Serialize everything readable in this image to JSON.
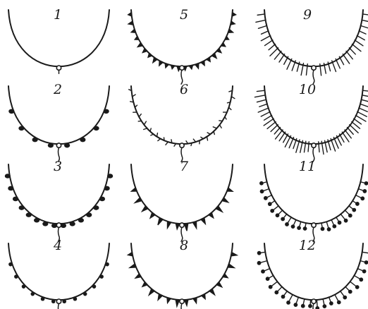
{
  "figure": {
    "items": [
      {
        "label": "1",
        "style": "plain"
      },
      {
        "label": "2",
        "style": "sparse-drops"
      },
      {
        "label": "3",
        "style": "dense-drops"
      },
      {
        "label": "4",
        "style": "dots"
      },
      {
        "label": "5",
        "style": "small-teeth"
      },
      {
        "label": "6",
        "style": "zigzag"
      },
      {
        "label": "7",
        "style": "long-pendants"
      },
      {
        "label": "8",
        "style": "triangles"
      },
      {
        "label": "9",
        "style": "fringe"
      },
      {
        "label": "10",
        "style": "dense-fringe"
      },
      {
        "label": "11",
        "style": "knobbed-fringe"
      },
      {
        "label": "12",
        "style": "mixed-pendants"
      }
    ]
  }
}
